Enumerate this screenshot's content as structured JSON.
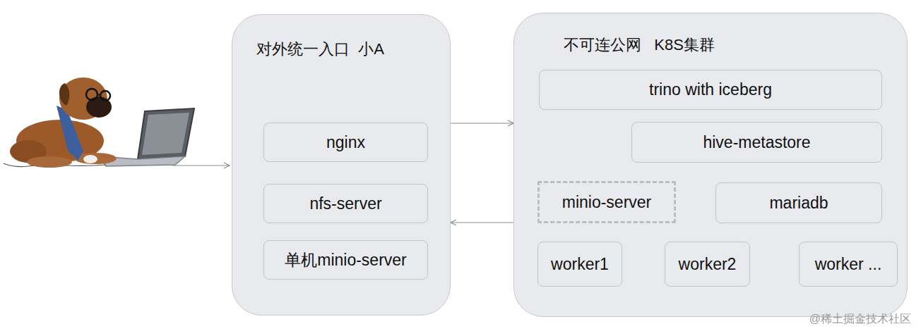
{
  "diagram": {
    "nodes": [
      {
        "text": [
          "对外统一入口  小A"
        ]
      },
      {
        "text": [
          "nginx"
        ],
        "in": 0
      },
      {
        "text": [
          "nfs-server"
        ],
        "in": 0
      },
      {
        "text": [
          "单机minio-server"
        ],
        "in": 0
      },
      {
        "text": [
          "不可连公网   K8S集群"
        ]
      },
      {
        "text": [
          "trino  with iceberg"
        ],
        "in": 4
      },
      {
        "text": [
          "hive-metastore"
        ],
        "in": 4
      },
      {
        "text": [
          "minio-server"
        ],
        "in": 4
      },
      {
        "text": [
          "mariadb"
        ],
        "in": 4
      },
      {
        "text": [
          "worker1"
        ],
        "in": 4
      },
      {
        "text": [
          "worker2"
        ],
        "in": 4
      },
      {
        "text": [
          "worker ..."
        ],
        "in": 4
      }
    ],
    "edges": [
      {
        "from": 0,
        "to": 4,
        "arrow": "to"
      },
      {
        "from": 4,
        "to": 0,
        "arrow": "to"
      },
      {
        "from": 5,
        "to": 6,
        "arrow": "to"
      },
      {
        "from": 5,
        "to": 7,
        "arrow": "to"
      },
      {
        "from": 6,
        "to": 7,
        "arrow": "to"
      },
      {
        "from": 6,
        "to": 8,
        "arrow": "to"
      }
    ],
    "labels": [
      "@稀土掘金技术社区"
    ]
  }
}
